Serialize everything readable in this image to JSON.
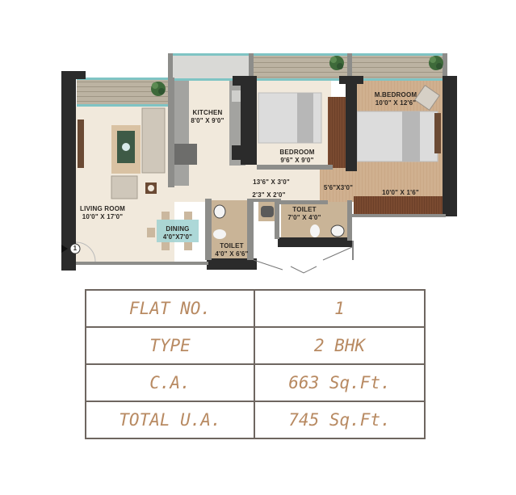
{
  "floor_plan": {
    "rooms": {
      "kitchen": {
        "name": "KITCHEN",
        "size": "8'0\" X 9'0\""
      },
      "bedroom": {
        "name": "BEDROOM",
        "size": "9'6\" X 9'0\""
      },
      "master_bedroom": {
        "name": "M.BEDROOM",
        "size": "10'0\" X 12'6\""
      },
      "living_room": {
        "name": "LIVING ROOM",
        "size": "10'0\" X 17'0\""
      },
      "dining": {
        "name": "DINING",
        "size": "4'0\"X7'0\""
      },
      "toilet_1": {
        "name": "TOILET",
        "size": "4'0\" X 6'6\""
      },
      "toilet_2": {
        "name": "TOILET",
        "size": "7'0\" X 4'0\""
      }
    },
    "passages": {
      "passage_main": "13'6\" X 3'0\"",
      "passage_small": "2'3\" X 2'0\"",
      "passage_mbed": "5'6\"X3'0\"",
      "mbed_strip": "10'0\" X 1'6\""
    },
    "entrance_marker": "1",
    "colors": {
      "wall": "#2b2b2b",
      "floor_light": "#f1e9dc",
      "floor_wood": "#cfae8c",
      "balcony_deck": "#b9b09f",
      "glass": "#7fc4c4",
      "bath_floor": "#c9b497"
    }
  },
  "spec_table": {
    "rows": [
      {
        "label": "FLAT NO.",
        "value": "1"
      },
      {
        "label": "TYPE",
        "value": "2 BHK"
      },
      {
        "label": "C.A.",
        "value": "663 Sq.Ft."
      },
      {
        "label": "TOTAL U.A.",
        "value": "745 Sq.Ft."
      }
    ],
    "text_color": "#b88a62",
    "border_color": "#6e6660"
  }
}
